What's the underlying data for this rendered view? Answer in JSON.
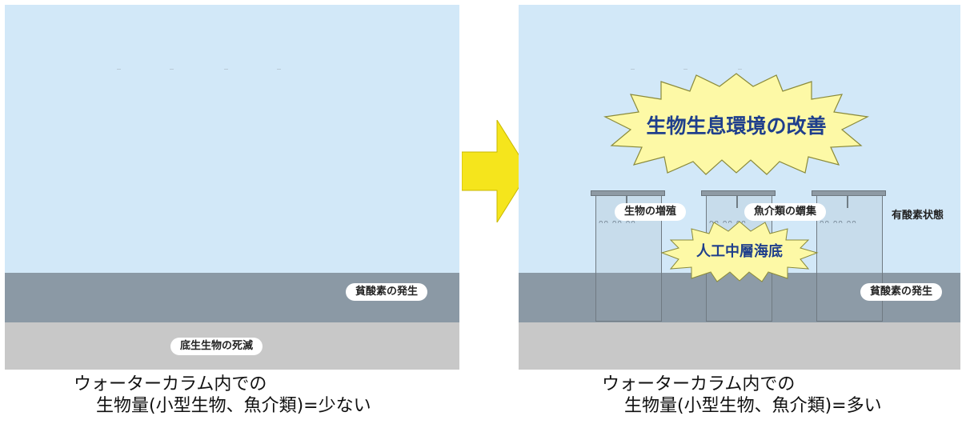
{
  "left_panel": {
    "labels": {
      "hypoxia": "貧酸素の発生",
      "benthic_death": "底生生物の死滅"
    },
    "caption": {
      "line1": "ウォーターカラム内での",
      "line2": "生物量(小型生物、魚介類)=少ない"
    }
  },
  "arrow": {
    "color": "#f5e51c"
  },
  "right_panel": {
    "starbursts": {
      "habitat": "生物生息環境の改善",
      "artificial_seabed": "人工中層海底"
    },
    "labels": {
      "growth": "生物の増殖",
      "fish_gathering": "魚介類の蝟集",
      "oxygenated": "有酸素状態",
      "hypoxia": "貧酸素の発生"
    },
    "caption": {
      "line1": "ウォーターカラム内での",
      "line2": "生物量(小型生物、魚介類)=多い"
    }
  },
  "colors": {
    "water": "#d2e8f8",
    "hypoxic_layer": "#8b99a5",
    "seabed": "#c8c8c8",
    "starburst_fill": "#fdf9a6",
    "starburst_text": "#1f3f8c"
  }
}
